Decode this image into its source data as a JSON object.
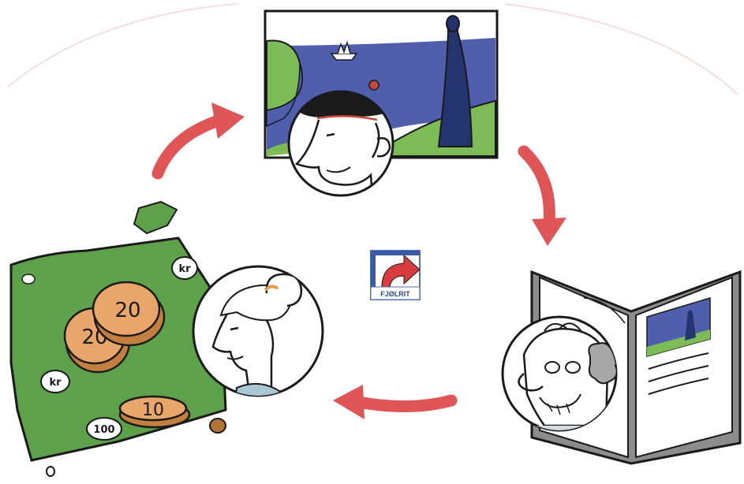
{
  "colors": {
    "cycle_arrow": "#e05656",
    "banknote": "#5da14a",
    "coin": "#e9a66a",
    "painting_water": "#4f5fae",
    "painting_grass": "#7cbb55",
    "book_cover": "#8c8c8c",
    "outline": "#1a1a1a"
  },
  "center_logo": {
    "text": "FJØLRIT",
    "icon": "fjolrit-logo-icon"
  },
  "money_cluster": {
    "coins": [
      "20",
      "20",
      "10"
    ],
    "note_labels": [
      "kr",
      "kr",
      "100"
    ]
  },
  "figures": {
    "painting": {
      "icon": "painting-icon",
      "portrait": "artist-with-beret"
    },
    "book": {
      "icon": "open-book-icon",
      "portrait": "elderly-man-with-glasses"
    },
    "money": {
      "icon": "money-icon",
      "portrait": "woman-with-hair-bun"
    }
  },
  "cycle_arrows": [
    "arrow-painting-to-book",
    "arrow-book-to-money",
    "arrow-money-to-painting"
  ]
}
